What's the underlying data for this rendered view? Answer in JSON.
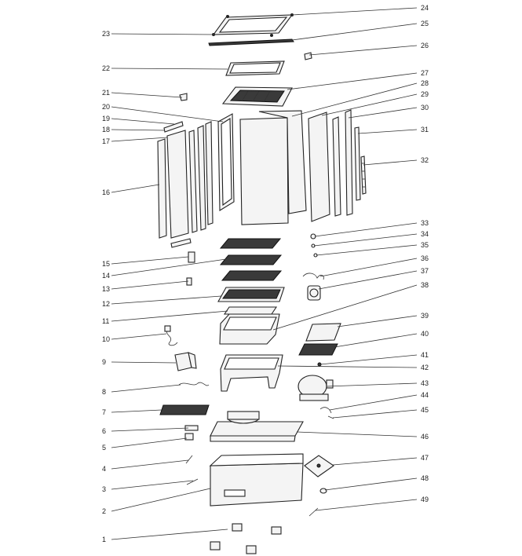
{
  "callouts": [
    {
      "n": "1",
      "side": "left"
    },
    {
      "n": "2",
      "side": "left"
    },
    {
      "n": "3",
      "side": "left"
    },
    {
      "n": "4",
      "side": "left"
    },
    {
      "n": "5",
      "side": "left"
    },
    {
      "n": "6",
      "side": "left"
    },
    {
      "n": "7",
      "side": "left"
    },
    {
      "n": "8",
      "side": "left"
    },
    {
      "n": "9",
      "side": "left"
    },
    {
      "n": "10",
      "side": "left"
    },
    {
      "n": "11",
      "side": "left"
    },
    {
      "n": "12",
      "side": "left"
    },
    {
      "n": "13",
      "side": "left"
    },
    {
      "n": "14",
      "side": "left"
    },
    {
      "n": "15",
      "side": "left"
    },
    {
      "n": "16",
      "side": "left"
    },
    {
      "n": "17",
      "side": "left"
    },
    {
      "n": "18",
      "side": "left"
    },
    {
      "n": "19",
      "side": "left"
    },
    {
      "n": "20",
      "side": "left"
    },
    {
      "n": "21",
      "side": "left"
    },
    {
      "n": "22",
      "side": "left"
    },
    {
      "n": "23",
      "side": "left"
    },
    {
      "n": "24",
      "side": "right"
    },
    {
      "n": "25",
      "side": "right"
    },
    {
      "n": "26",
      "side": "right"
    },
    {
      "n": "27",
      "side": "right"
    },
    {
      "n": "28",
      "side": "right"
    },
    {
      "n": "29",
      "side": "right"
    },
    {
      "n": "30",
      "side": "right"
    },
    {
      "n": "31",
      "side": "right"
    },
    {
      "n": "32",
      "side": "right"
    },
    {
      "n": "33",
      "side": "right"
    },
    {
      "n": "34",
      "side": "right"
    },
    {
      "n": "35",
      "side": "right"
    },
    {
      "n": "36",
      "side": "right"
    },
    {
      "n": "37",
      "side": "right"
    },
    {
      "n": "38",
      "side": "right"
    },
    {
      "n": "39",
      "side": "right"
    },
    {
      "n": "40",
      "side": "right"
    },
    {
      "n": "41",
      "side": "right"
    },
    {
      "n": "42",
      "side": "right"
    },
    {
      "n": "43",
      "side": "right"
    },
    {
      "n": "44",
      "side": "right"
    },
    {
      "n": "45",
      "side": "right"
    },
    {
      "n": "46",
      "side": "right"
    },
    {
      "n": "47",
      "side": "right"
    },
    {
      "n": "48",
      "side": "right"
    },
    {
      "n": "49",
      "side": "right"
    }
  ]
}
